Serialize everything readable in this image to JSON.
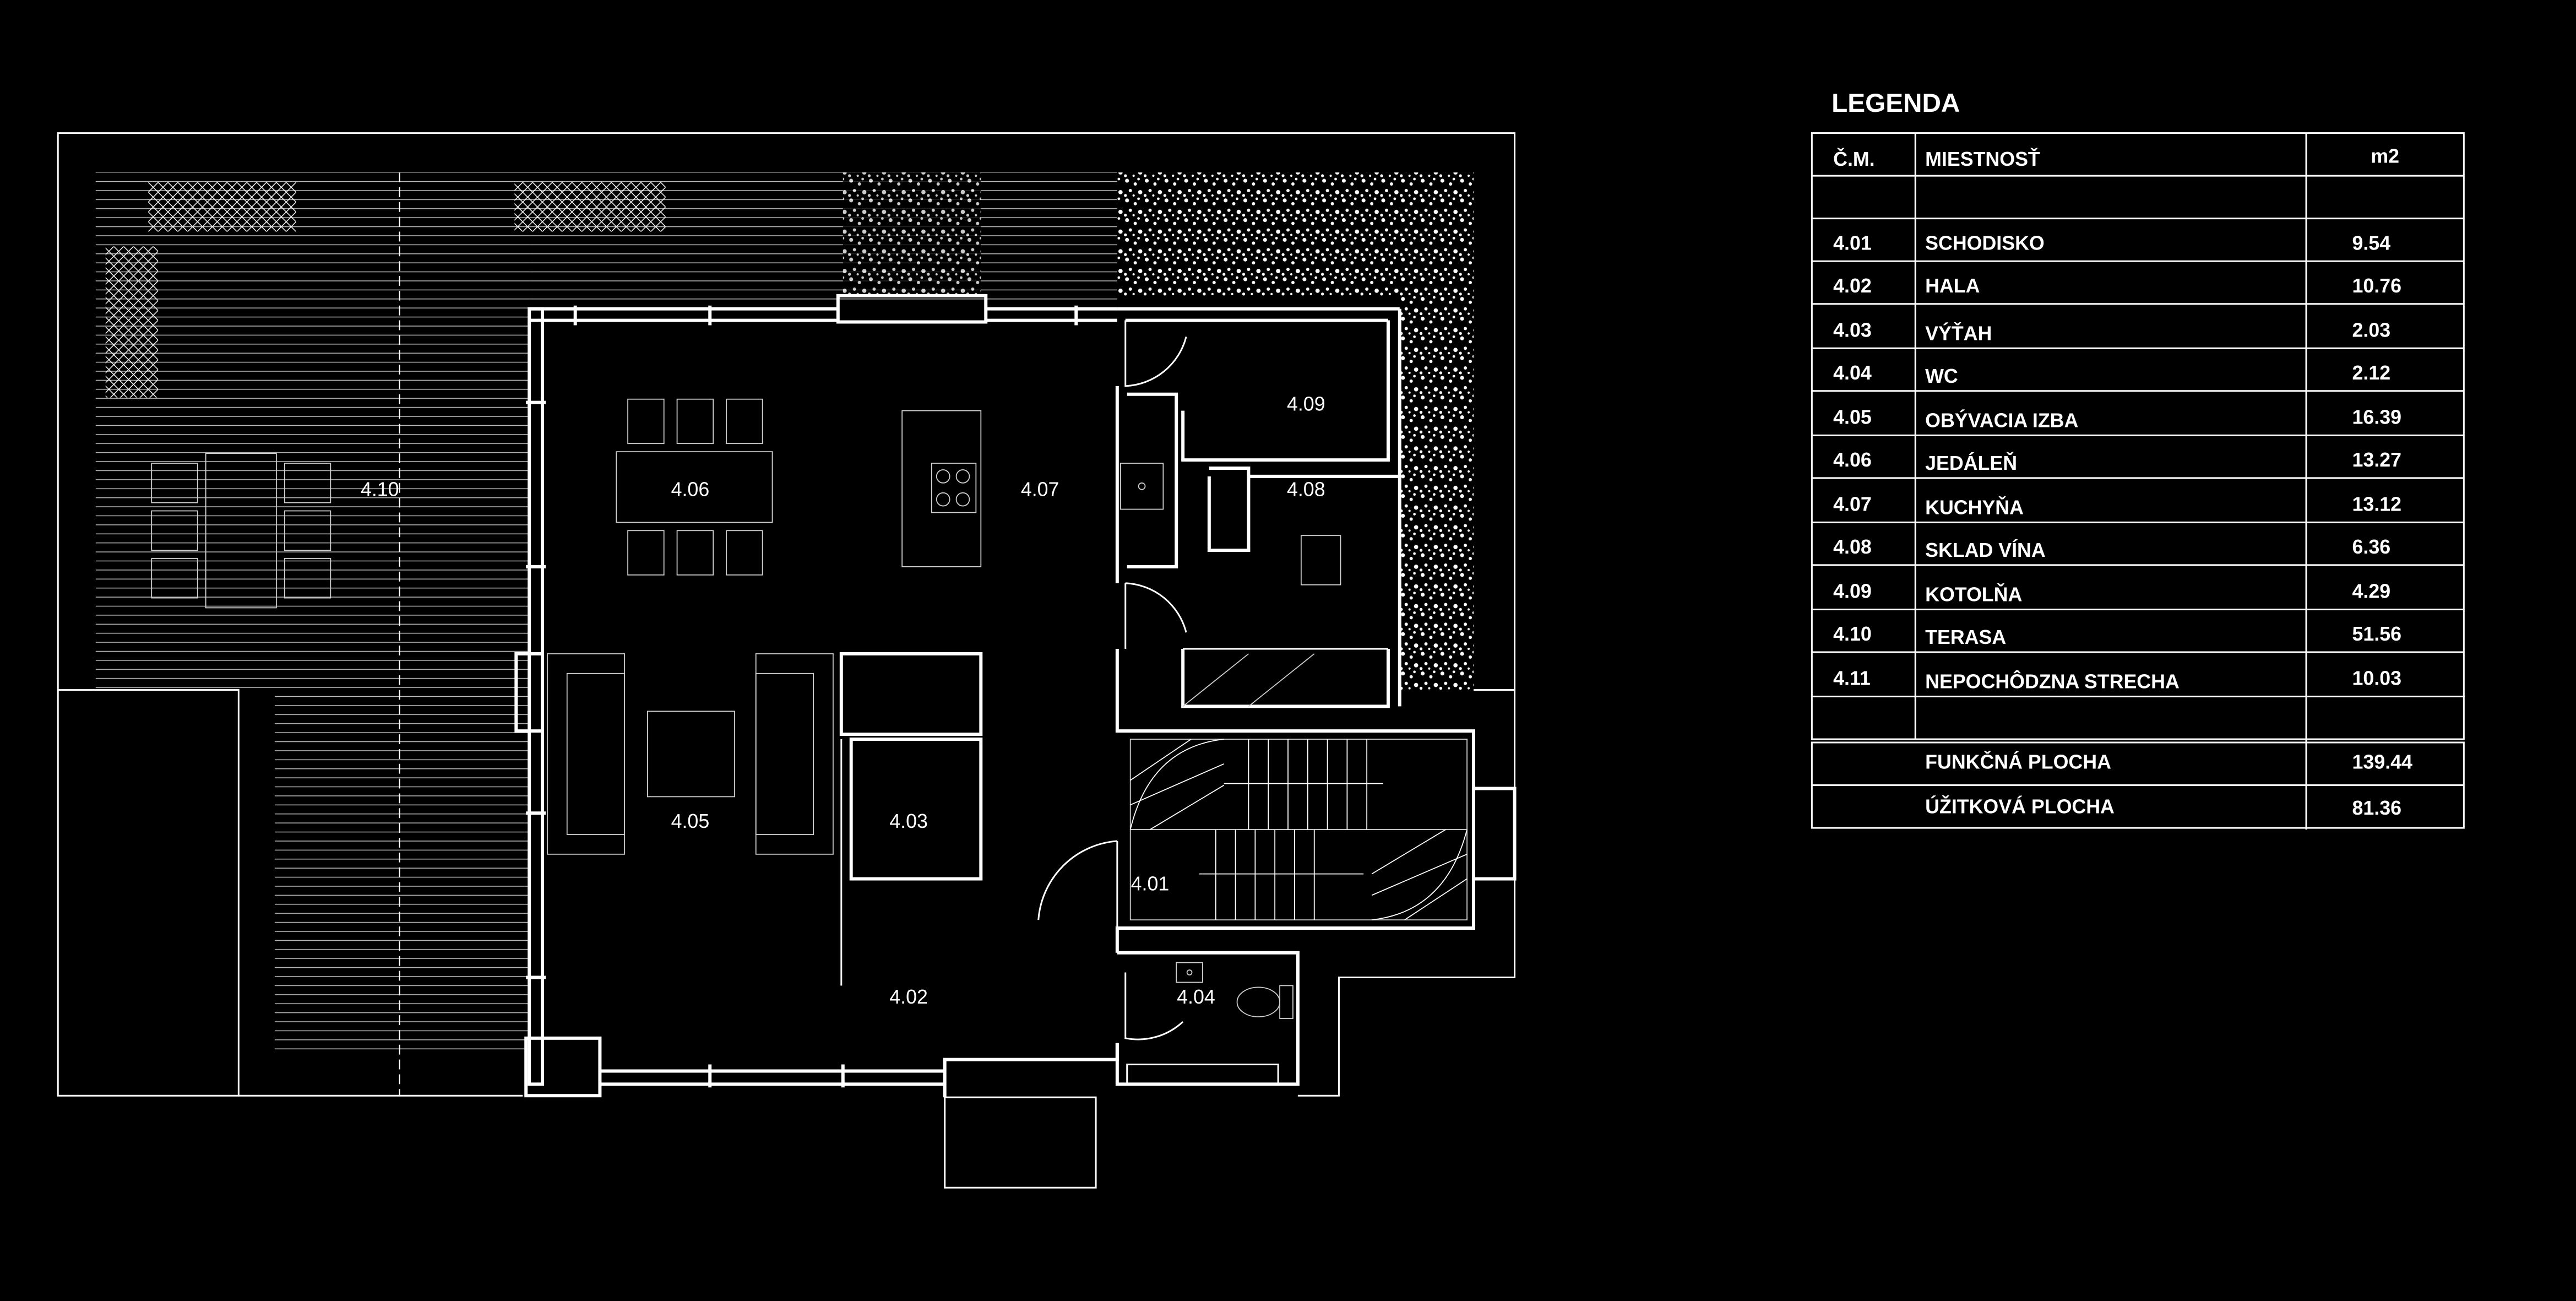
{
  "plan": {
    "rooms": [
      {
        "id": "4.10"
      },
      {
        "id": "4.06"
      },
      {
        "id": "4.07"
      },
      {
        "id": "4.09"
      },
      {
        "id": "4.08"
      },
      {
        "id": "4.05"
      },
      {
        "id": "4.03"
      },
      {
        "id": "4.01"
      },
      {
        "id": "4.02"
      },
      {
        "id": "4.04"
      }
    ]
  },
  "legend": {
    "title": "LEGENDA",
    "headers": {
      "number": "Č.M.",
      "room": "MIESTNOSŤ",
      "area": "m2"
    },
    "rows": [
      {
        "number": "4.01",
        "room": "SCHODISKO",
        "area": "9.54"
      },
      {
        "number": "4.02",
        "room": "HALA",
        "area": "10.76"
      },
      {
        "number": "4.03",
        "room": "VÝŤAH",
        "area": "2.03"
      },
      {
        "number": "4.04",
        "room": "WC",
        "area": "2.12"
      },
      {
        "number": "4.05",
        "room": "OBÝVACIA IZBA",
        "area": "16.39"
      },
      {
        "number": "4.06",
        "room": "JEDÁLEŇ",
        "area": "13.27"
      },
      {
        "number": "4.07",
        "room": "KUCHYŇA",
        "area": "13.12"
      },
      {
        "number": "4.08",
        "room": "SKLAD VÍNA",
        "area": "6.36"
      },
      {
        "number": "4.09",
        "room": "KOTOLŇA",
        "area": "4.29"
      },
      {
        "number": "4.10",
        "room": "TERASA",
        "area": "51.56"
      },
      {
        "number": "4.11",
        "room": "NEPOCHÔDZNA STRECHA",
        "area": "10.03"
      }
    ],
    "totals": [
      {
        "label": "FUNKČNÁ PLOCHA",
        "area": "139.44"
      },
      {
        "label": "ÚŽITKOVÁ  PLOCHA",
        "area": "81.36"
      }
    ]
  }
}
